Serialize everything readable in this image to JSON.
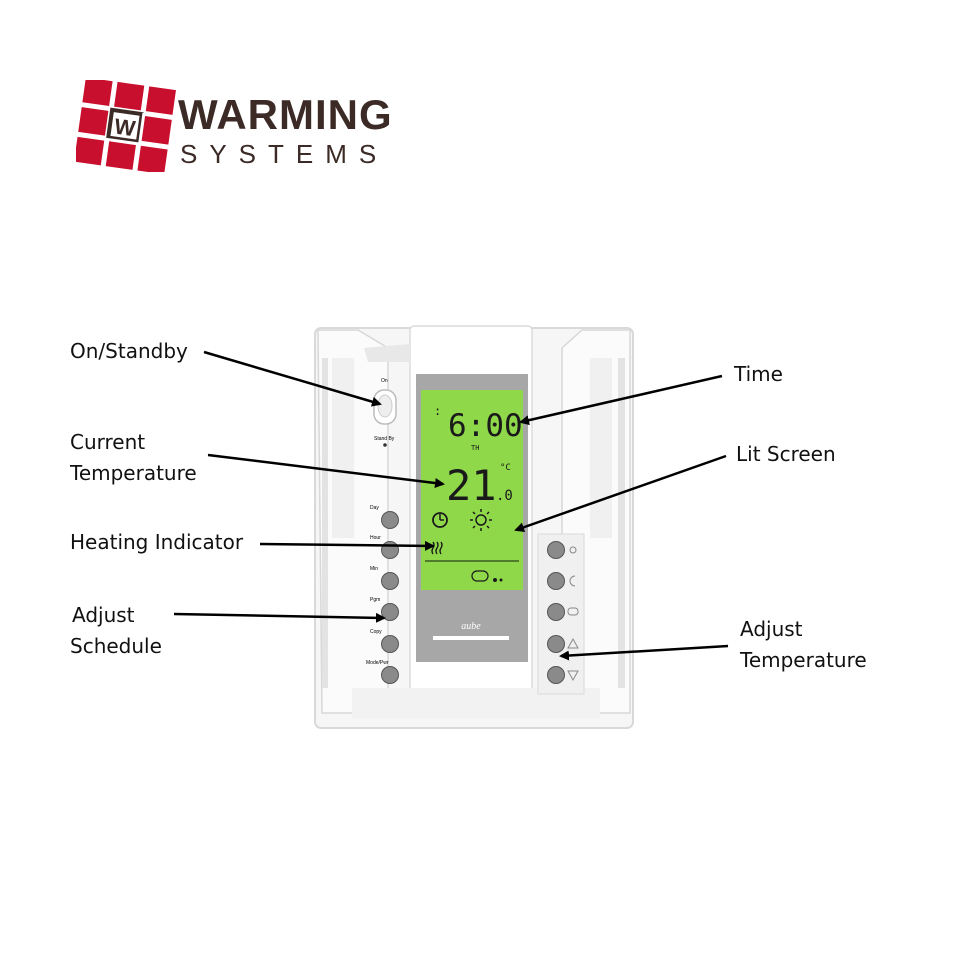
{
  "logo": {
    "wordmark": "WARMING",
    "subtitle": "SYSTEMS",
    "emblem_letter": "W",
    "brand_color": "#c8102e"
  },
  "callouts": {
    "on_standby": "On/Standby",
    "current_temperature": [
      "Current",
      "Temperature"
    ],
    "heating_indicator": "Heating Indicator",
    "adjust_schedule": [
      "Adjust",
      "Schedule"
    ],
    "time": "Time",
    "lit_screen": "Lit Screen",
    "adjust_temperature": [
      "Adjust",
      "Temperature"
    ]
  },
  "device": {
    "display": {
      "time": "6:00",
      "day": "TH",
      "temperature_main": "21",
      "temperature_decimal": ".0",
      "unit": "°C",
      "screen_color": "#8fd84a"
    },
    "brand": "aube",
    "switch_labels": {
      "top": "On",
      "bottom": "Stand By"
    },
    "left_buttons": [
      "Day",
      "Hour",
      "Min",
      "Pgm",
      "Copy",
      "Mode/Pwr"
    ],
    "right_button_icons": [
      "sun-icon",
      "moon-icon",
      "away-icon",
      "up-arrow-icon",
      "down-arrow-icon"
    ]
  }
}
